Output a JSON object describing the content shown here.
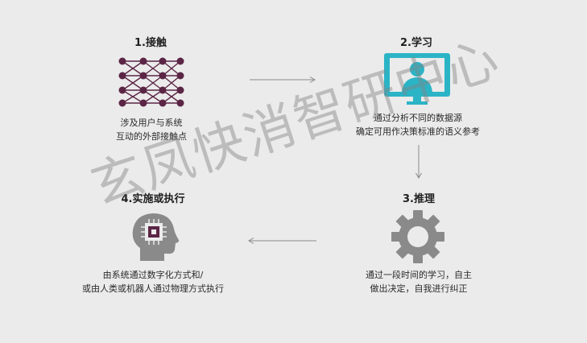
{
  "steps": [
    {
      "title": "1.接触",
      "desc": [
        "涉及用户与系统",
        "互动的外部接触点"
      ],
      "icon": "neural-network-icon"
    },
    {
      "title": "2.学习",
      "desc": [
        "通过分析不同的数据源",
        "确定可用作决策标准的语义参考"
      ],
      "icon": "user-monitor-icon"
    },
    {
      "title": "3.推理",
      "desc": [
        "通过一段时间的学习，自主",
        "做出决定，自我进行纠正"
      ],
      "icon": "gear-icon"
    },
    {
      "title": "4.实施或执行",
      "desc": [
        "由系统通过数字化方式和/",
        "或由人类或机器人通过物理方式执行"
      ],
      "icon": "head-chip-icon"
    }
  ],
  "watermark": "玄凤快消智研中心",
  "colors": {
    "purple": "#5b2545",
    "teal": "#2bb4c6",
    "gray": "#8a8a8a",
    "background": "#ebebeb"
  }
}
